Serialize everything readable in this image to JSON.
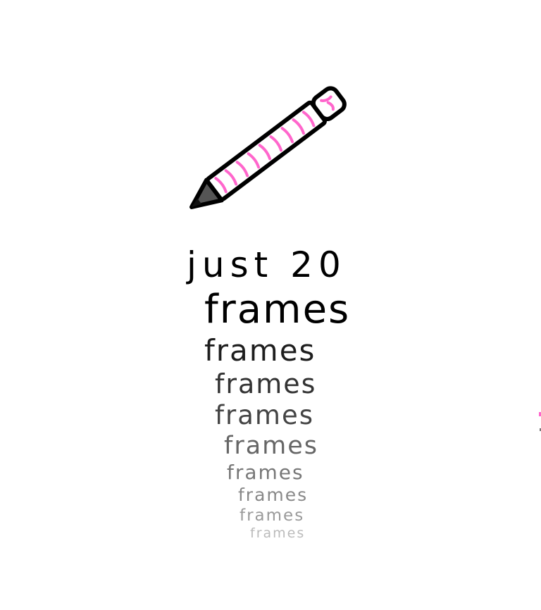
{
  "drawing": {
    "title_line": "just 20",
    "frames": [
      {
        "text": "frames",
        "color": "#000000"
      },
      {
        "text": "frames",
        "color": "#1e1e1e"
      },
      {
        "text": "frames",
        "color": "#333333"
      },
      {
        "text": "frames",
        "color": "#444444"
      },
      {
        "text": "frames",
        "color": "#666666"
      },
      {
        "text": "frames",
        "color": "#777777"
      },
      {
        "text": "frames",
        "color": "#888888"
      },
      {
        "text": "frames",
        "color": "#9a9a9a"
      },
      {
        "text": "frames",
        "color": "#bbbbbb"
      }
    ],
    "colors": {
      "pencil_stripe": "#ff66cc",
      "outline": "#000000",
      "tip": "#555555"
    }
  }
}
